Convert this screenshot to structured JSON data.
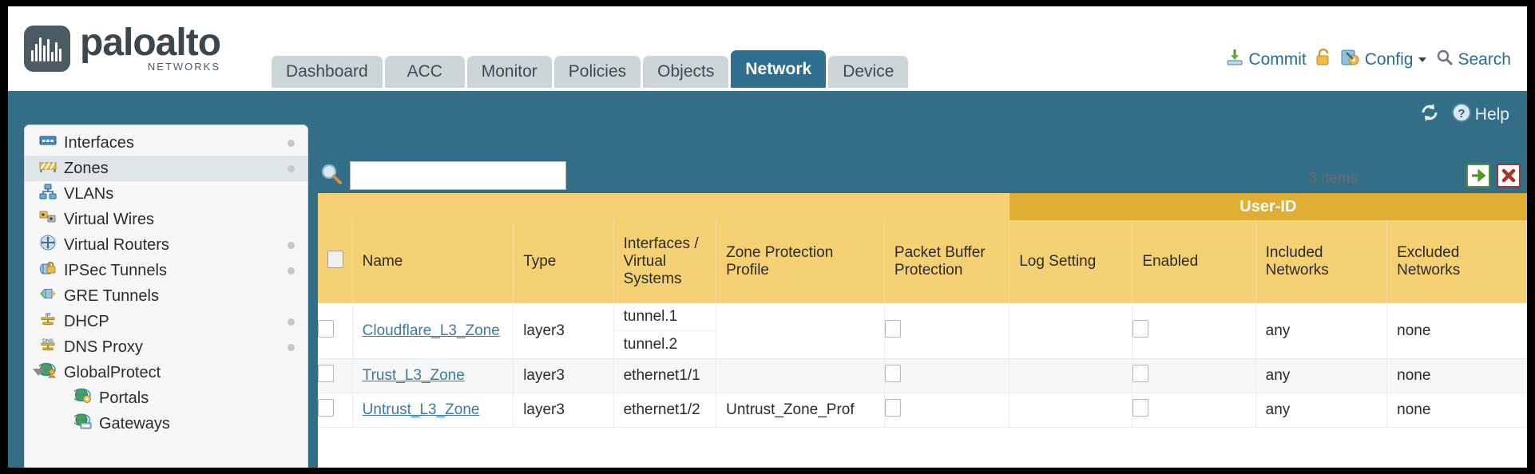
{
  "brand": {
    "name": "paloalto",
    "sub": "NETWORKS"
  },
  "tabs": [
    {
      "label": "Dashboard",
      "active": false
    },
    {
      "label": "ACC",
      "active": false
    },
    {
      "label": "Monitor",
      "active": false
    },
    {
      "label": "Policies",
      "active": false
    },
    {
      "label": "Objects",
      "active": false
    },
    {
      "label": "Network",
      "active": true
    },
    {
      "label": "Device",
      "active": false
    }
  ],
  "header_actions": {
    "commit": "Commit",
    "lock_icon": "lock-icon",
    "config": "Config",
    "config_caret": "chevron-down-icon",
    "search": "Search"
  },
  "bluebar": {
    "refresh_icon": "refresh-icon",
    "help": "Help"
  },
  "sidebar": {
    "items": [
      {
        "label": "Interfaces",
        "icon": "interfaces-icon",
        "dot": true,
        "selected": false,
        "child": false,
        "caret": false
      },
      {
        "label": "Zones",
        "icon": "zones-icon",
        "dot": true,
        "selected": true,
        "child": false,
        "caret": false
      },
      {
        "label": "VLANs",
        "icon": "vlans-icon",
        "dot": false,
        "selected": false,
        "child": false,
        "caret": false
      },
      {
        "label": "Virtual Wires",
        "icon": "virtual-wires-icon",
        "dot": false,
        "selected": false,
        "child": false,
        "caret": false
      },
      {
        "label": "Virtual Routers",
        "icon": "virtual-routers-icon",
        "dot": true,
        "selected": false,
        "child": false,
        "caret": false
      },
      {
        "label": "IPSec Tunnels",
        "icon": "ipsec-tunnels-icon",
        "dot": true,
        "selected": false,
        "child": false,
        "caret": false
      },
      {
        "label": "GRE Tunnels",
        "icon": "gre-tunnels-icon",
        "dot": false,
        "selected": false,
        "child": false,
        "caret": false
      },
      {
        "label": "DHCP",
        "icon": "dhcp-icon",
        "dot": true,
        "selected": false,
        "child": false,
        "caret": false
      },
      {
        "label": "DNS Proxy",
        "icon": "dns-proxy-icon",
        "dot": true,
        "selected": false,
        "child": false,
        "caret": false
      },
      {
        "label": "GlobalProtect",
        "icon": "globalprotect-icon",
        "dot": false,
        "selected": false,
        "child": false,
        "caret": true
      },
      {
        "label": "Portals",
        "icon": "portals-icon",
        "dot": false,
        "selected": false,
        "child": true,
        "caret": false
      },
      {
        "label": "Gateways",
        "icon": "gateways-icon",
        "dot": false,
        "selected": false,
        "child": true,
        "caret": false
      }
    ]
  },
  "toolbar": {
    "search_icon": "search-icon",
    "search_value": "",
    "search_placeholder": "",
    "items_count": "3 items",
    "apply_icon": "green-arrow-icon",
    "clear_icon": "red-x-icon"
  },
  "table": {
    "group_header": {
      "label": "User-ID",
      "span": 3
    },
    "columns": [
      "Name",
      "Type",
      "Interfaces / Virtual Systems",
      "Zone Protection Profile",
      "Packet Buffer Protection",
      "Log Setting",
      "Enabled",
      "Included Networks",
      "Excluded Networks"
    ],
    "rows": [
      {
        "name": "Cloudflare_L3_Zone",
        "type": "layer3",
        "interfaces": [
          "tunnel.1",
          "tunnel.2"
        ],
        "zone_protection_profile": "",
        "packet_buffer_protection": false,
        "log_setting": "",
        "userid_enabled": false,
        "included_networks": "any",
        "excluded_networks": "none"
      },
      {
        "name": "Trust_L3_Zone",
        "type": "layer3",
        "interfaces": [
          "ethernet1/1"
        ],
        "zone_protection_profile": "",
        "packet_buffer_protection": false,
        "log_setting": "",
        "userid_enabled": false,
        "included_networks": "any",
        "excluded_networks": "none"
      },
      {
        "name": "Untrust_L3_Zone",
        "type": "layer3",
        "interfaces": [
          "ethernet1/2"
        ],
        "zone_protection_profile": "Untrust_Zone_Prof",
        "packet_buffer_protection": false,
        "log_setting": "",
        "userid_enabled": false,
        "included_networks": "any",
        "excluded_networks": "none"
      }
    ]
  },
  "colors": {
    "brand_blue": "#336e87",
    "tab_active": "#2e6e8e",
    "header_yellow": "#f5d174",
    "group_yellow": "#e0ad35",
    "link_blue": "#3d7b9b"
  }
}
